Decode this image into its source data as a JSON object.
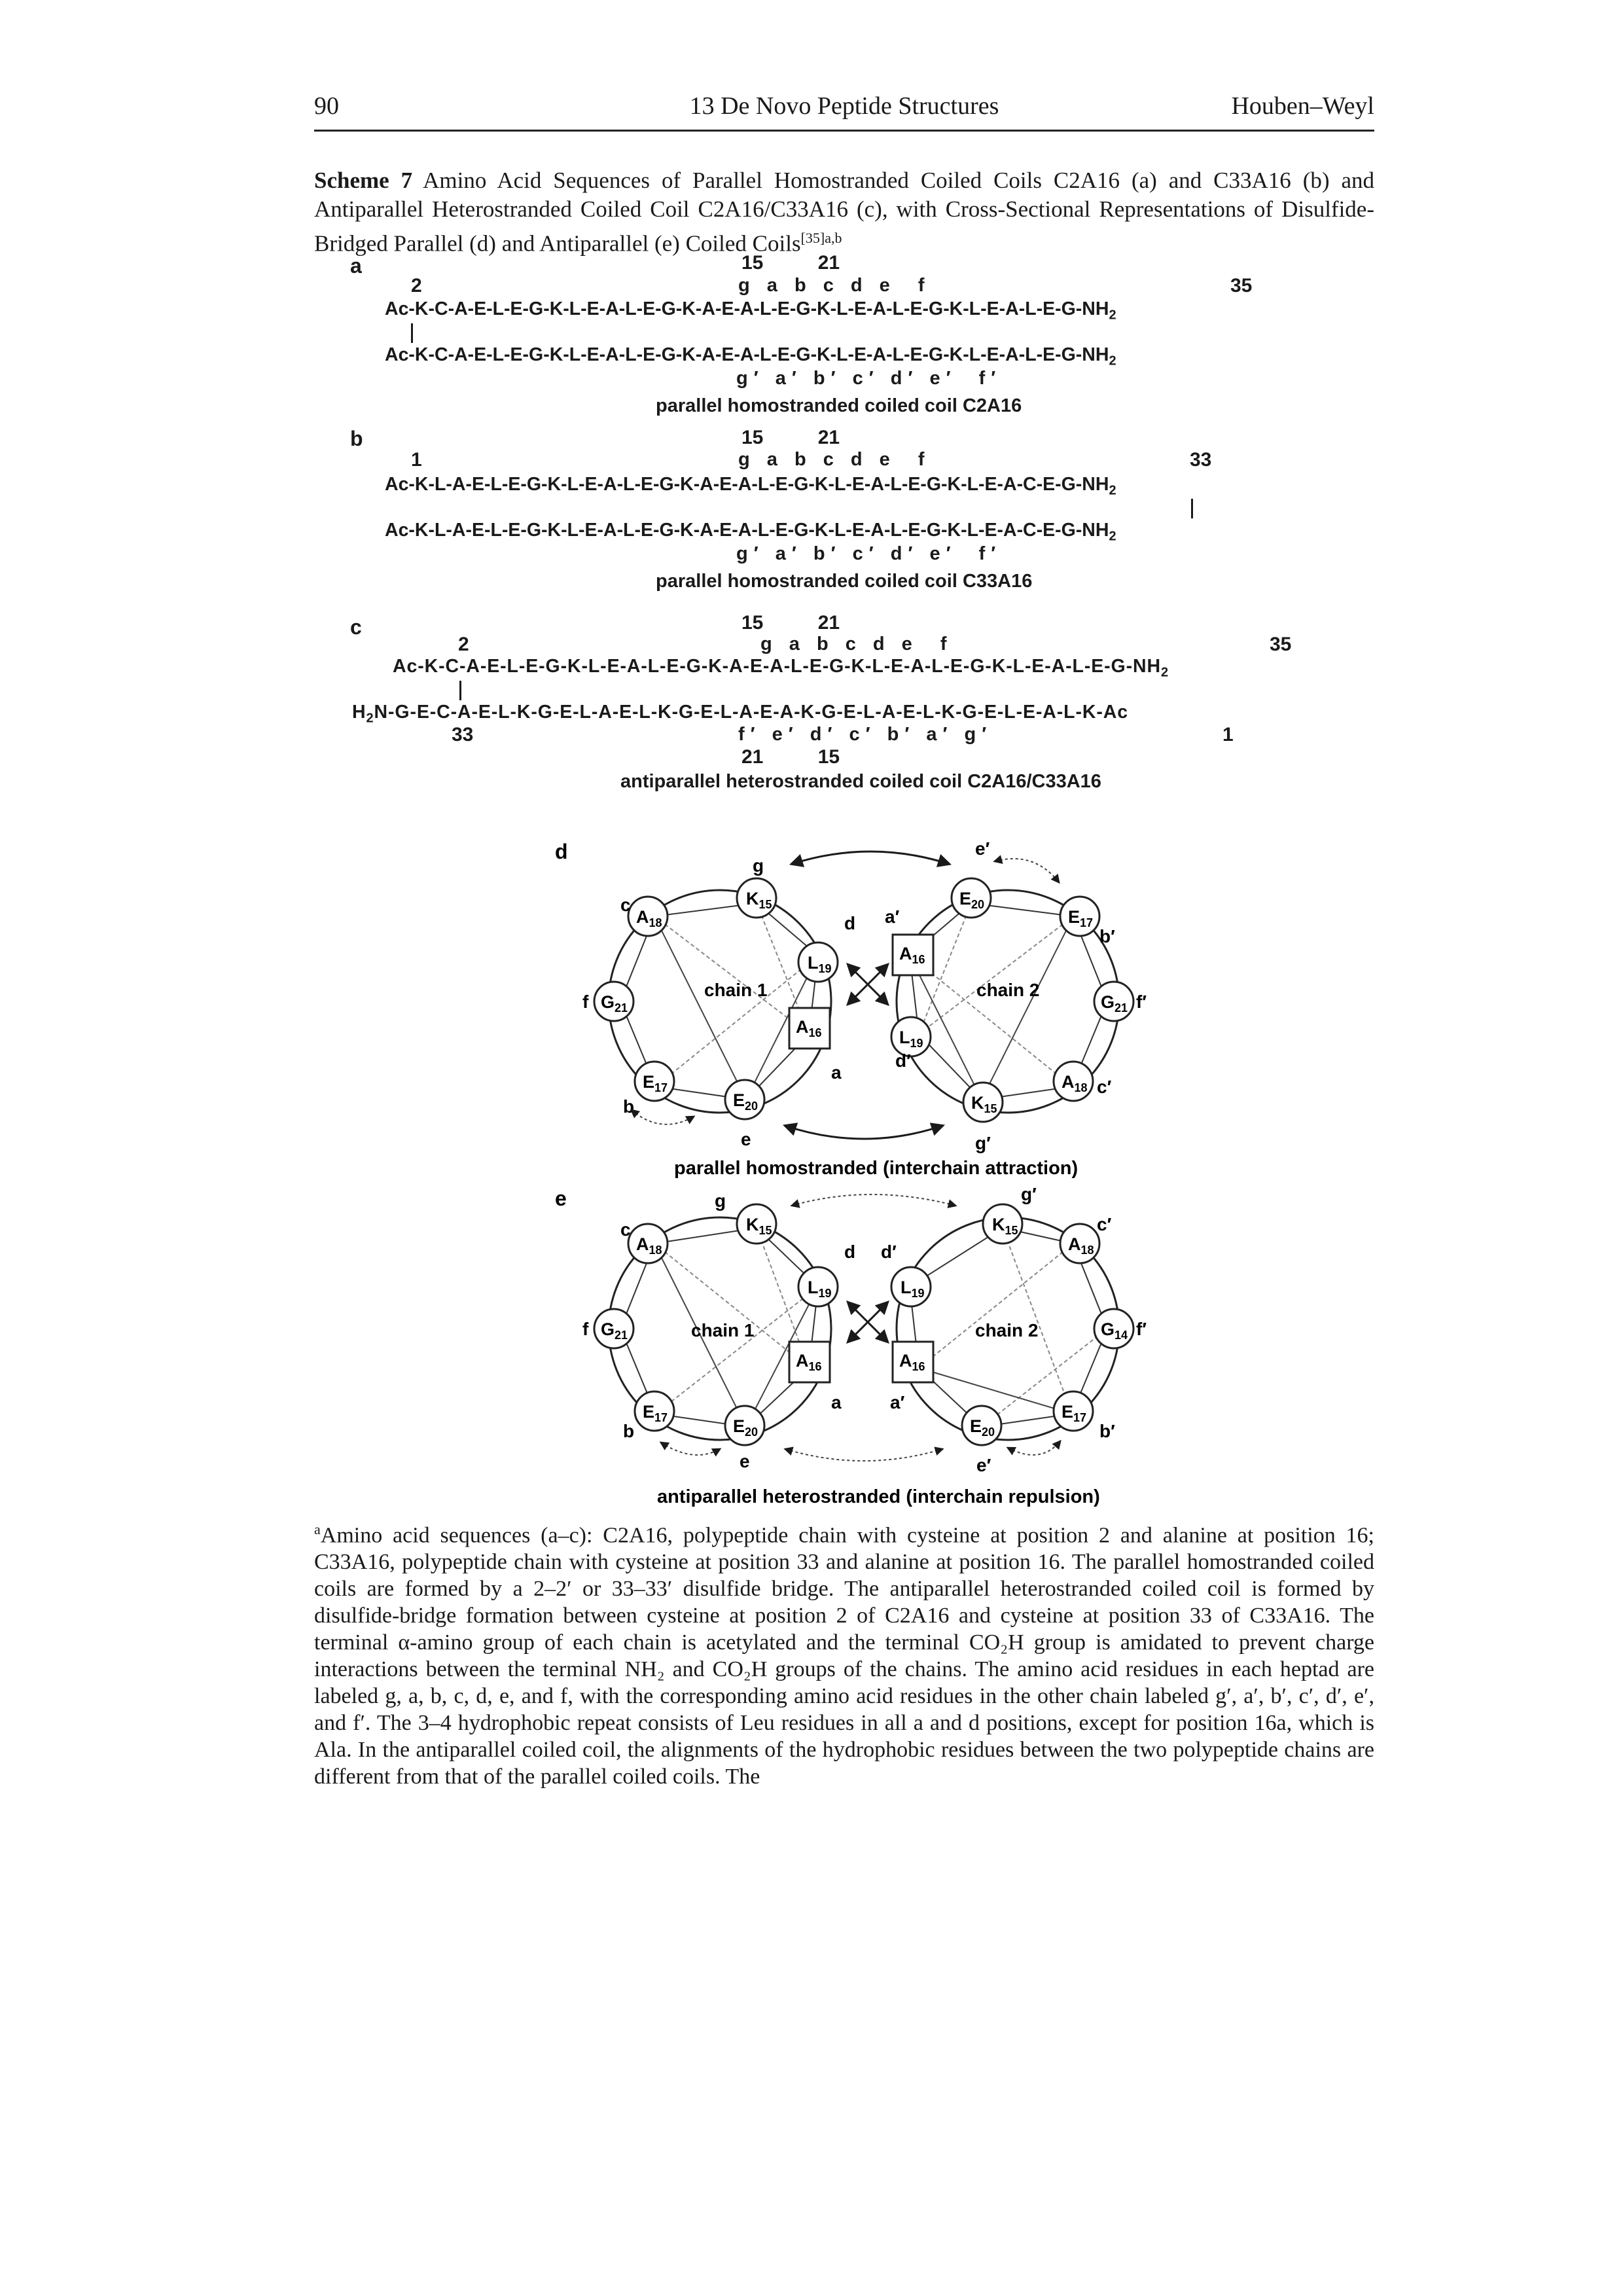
{
  "header": {
    "page_number": "90",
    "chapter_title": "13 De Novo Peptide Structures",
    "publisher": "Houben–Weyl"
  },
  "caption": {
    "label": "Scheme 7",
    "text": "Amino Acid Sequences of Parallel Homostranded Coiled Coils C2A16 (a) and C33A16 (b) and Antiparallel Heterostranded Coiled Coil C2A16/C33A16 (c), with Cross-Sectional Representations of Disulfide-Bridged Parallel (d) and Antiparallel (e) Coiled Coils",
    "ref": "[35]a,b"
  },
  "panel_a": {
    "letter": "a",
    "top_numbers": "15          21",
    "left_number": "2",
    "right_number": "35",
    "heptad_top": "g a b c d e  f",
    "seq1": "Ac-K-C-A-E-L-E-G-K-L-E-A-L-E-G-K-A-E-A-L-E-G-K-L-E-A-L-E-G-K-L-E-A-L-E-G-NH",
    "seq2": "Ac-K-C-A-E-L-E-G-K-L-E-A-L-E-G-K-A-E-A-L-E-G-K-L-E-A-L-E-G-K-L-E-A-L-E-G-NH",
    "sub": "2",
    "heptad_bottom": "g′ a′ b′ c′ d′ e′  f′",
    "label": "parallel homostranded coiled coil C2A16"
  },
  "panel_b": {
    "letter": "b",
    "top_numbers": "15          21",
    "left_number": "1",
    "right_number": "33",
    "heptad_top": "g a b c d e  f",
    "seq1": "Ac-K-L-A-E-L-E-G-K-L-E-A-L-E-G-K-A-E-A-L-E-G-K-L-E-A-L-E-G-K-L-E-A-C-E-G-NH",
    "seq2": "Ac-K-L-A-E-L-E-G-K-L-E-A-L-E-G-K-A-E-A-L-E-G-K-L-E-A-L-E-G-K-L-E-A-C-E-G-NH",
    "sub": "2",
    "heptad_bottom": "g′ a′ b′ c′ d′ e′  f′",
    "label": "parallel homostranded coiled coil C33A16"
  },
  "panel_c": {
    "letter": "c",
    "top_numbers": "15          21",
    "left_number": "2",
    "right_number": "35",
    "heptad_top": "g a b c d e  f",
    "seq1": "Ac-K-C-A-E-L-E-G-K-L-E-A-L-E-G-K-A-E-A-L-E-G-K-L-E-A-L-E-G-K-L-E-A-L-E-G-NH",
    "seq2_prefix": "H",
    "seq2_mid": "N-G-E-C-A-E-L-K-G-E-L-A-E-L-K-G-E-L-A-E-A-K-G-E-L-A-E-L-K-G-E-L-E-A-L-K-Ac",
    "sub": "2",
    "left_bottom_number": "33",
    "right_bottom_number": "1",
    "heptad_bottom": "f′ e′ d′ c′ b′ a′ g′",
    "bottom_numbers": "21          15",
    "label": "antiparallel heterostranded coiled coil C2A16/C33A16"
  },
  "panel_d": {
    "letter": "d",
    "label": "parallel homostranded (interchain attraction)",
    "chain1": "chain 1",
    "chain2": "chain 2"
  },
  "panel_e": {
    "letter": "e",
    "label": "antiparallel heterostranded (interchain repulsion)",
    "chain1": "chain 1",
    "chain2": "chain 2"
  },
  "footnote": {
    "marker": "a",
    "text": "Amino acid sequences (a–c): C2A16, polypeptide chain with cysteine at position 2 and alanine at position 16; C33A16, polypeptide chain with cysteine at position 33 and alanine at position 16. The parallel homostranded coiled coils are formed by a 2–2′ or 33–33′ disulfide bridge. The antiparallel heterostranded coiled coil is formed by disulfide-bridge formation between cysteine at position 2 of C2A16 and cysteine at position 33 of C33A16. The terminal α-amino group of each chain is acetylated and the terminal CO₂H group is amidated to prevent charge interactions between the terminal NH₂ and CO₂H groups of the chains. The amino acid residues in each heptad are labeled g, a, b, c, d, e, and f, with the corresponding amino acid residues in the other chain labeled g′, a′, b′, c′, d′, e′, and f′. The 3–4 hydrophobic repeat consists of Leu residues in all a and d positions, except for position 16a, which is Ala. In the antiparallel coiled coil, the alignments of the hydrophobic residues between the two polypeptide chains are different from that of the parallel coiled coils. The"
  }
}
